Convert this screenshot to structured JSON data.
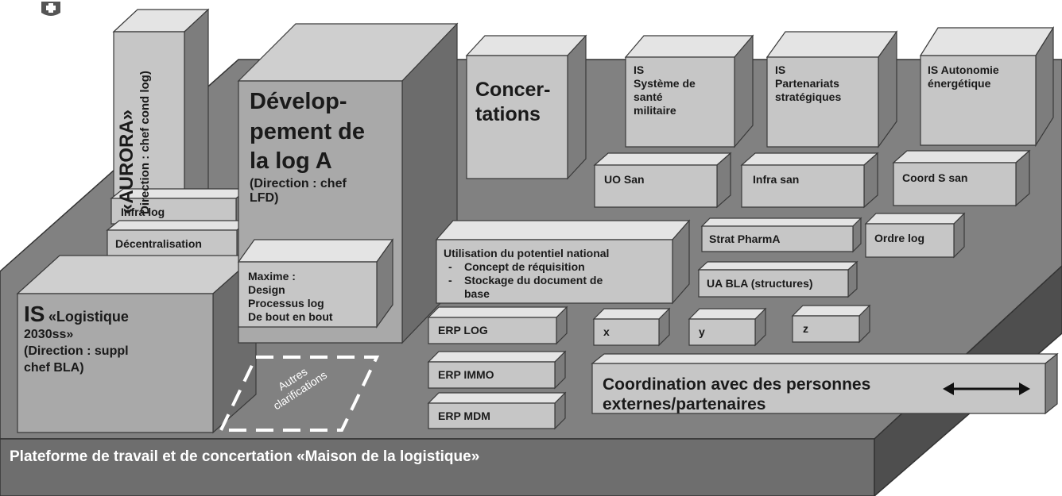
{
  "platform_label": "Plateforme de travail et de concertation «Maison de la logistique»",
  "aurora": {
    "title": "«AURORA»",
    "direction": "Direction : chef cond log)"
  },
  "infra_log": "Infra log",
  "decentralisation": "Décentralisation",
  "is_logistique": {
    "title": "IS",
    "title_rest": "«Logistique",
    "line2": "2030ss»",
    "line3": "(Direction : suppl",
    "line4": "chef BLA)"
  },
  "dev_log": {
    "l1": "Dévelop-",
    "l2": "pement de",
    "l3": "la log A",
    "l4": "(Direction : chef",
    "l5": "LFD)"
  },
  "maxime": {
    "l1": "Maxime :",
    "l2": "Design",
    "l3": "Processus log",
    "l4": "De bout en bout"
  },
  "autres": {
    "l1": "Autres",
    "l2": "clarifications"
  },
  "concertations": {
    "l1": "Concer-",
    "l2": "tations"
  },
  "is_sante": {
    "l1": "IS",
    "l2": "Système de",
    "l3": "santé",
    "l4": "militaire"
  },
  "is_partenariats": {
    "l1": "IS",
    "l2": "Partenariats",
    "l3": "stratégiques"
  },
  "is_autonomie": {
    "l1": "IS Autonomie",
    "l2": "énergétique"
  },
  "uo_san": "UO San",
  "infra_san": "Infra san",
  "coord_s_san": "Coord S san",
  "strat_pharma": "Strat PharmA",
  "ordre_log": "Ordre log",
  "ua_bla": "UA BLA (structures)",
  "potentiel": {
    "title": "Utilisation du potentiel national",
    "items": [
      "Concept de réquisition",
      "Stockage du document de"
    ],
    "tail": "base"
  },
  "erp_log": "ERP LOG",
  "erp_immo": "ERP IMMO",
  "erp_mdm": "ERP MDM",
  "x": "x",
  "y": "y",
  "z": "z",
  "coordination": {
    "l1": "Coordination avec des personnes",
    "l2": "externes/partenaires"
  },
  "colors": {
    "platform_front": "#6f6f6f",
    "platform_top": "#7e7e7e",
    "platform_side": "#4a4a4a",
    "box_front": "#c6c6c6",
    "box_side": "#7d7d7d"
  }
}
